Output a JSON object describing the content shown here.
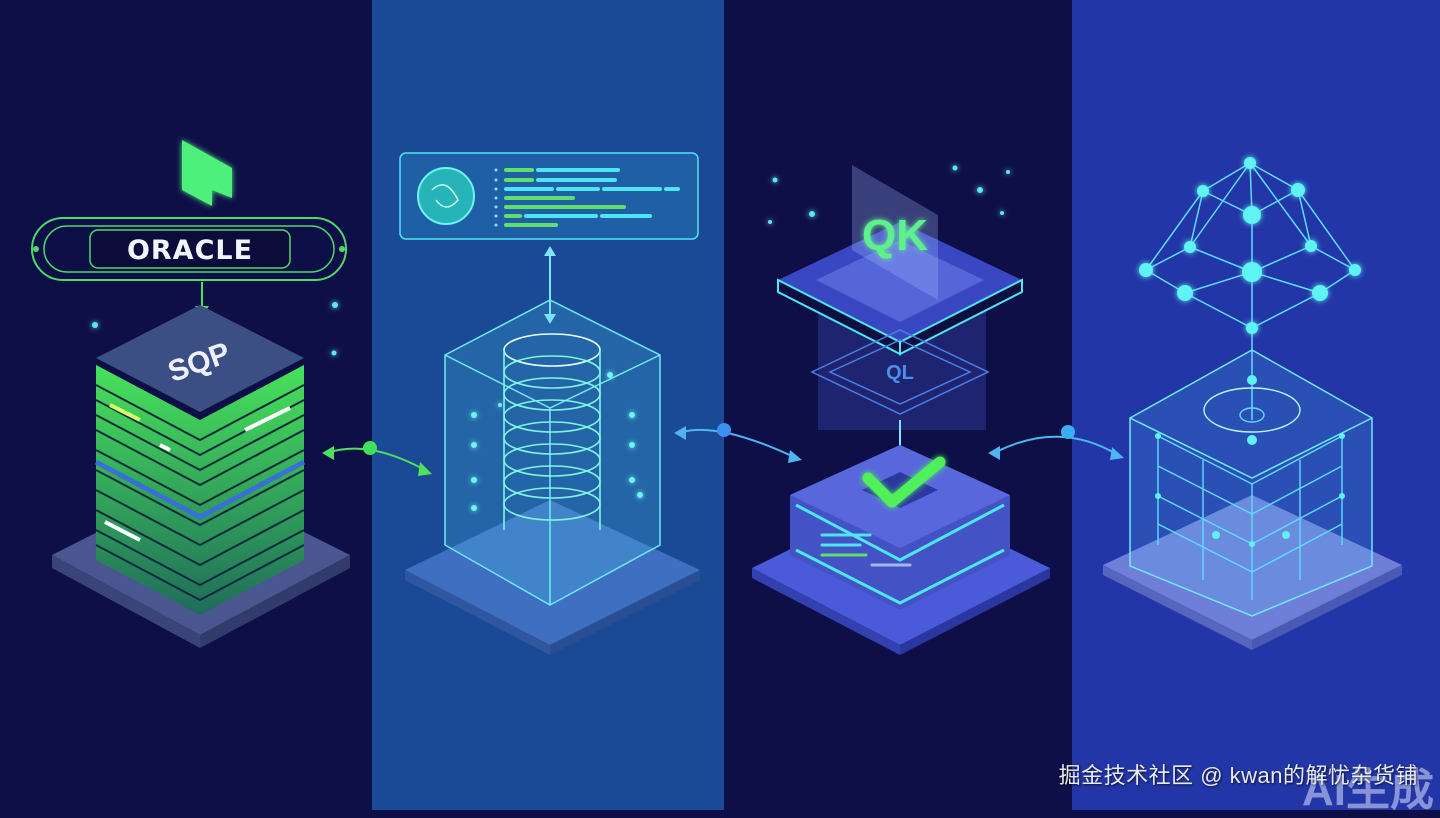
{
  "illustration": {
    "style": "isometric data-migration pipeline, 4 stages",
    "colors": {
      "panel_dark": "#0e0f47",
      "panel_mid_blue": "#1a4a95",
      "panel_royal_blue": "#2236a7",
      "neon_green": "#4ff05a",
      "cyan": "#4ee6f2"
    },
    "stages": [
      {
        "name": "source-database",
        "logo_text": "ORACLE",
        "top_label": "SQP",
        "icon": "database-server-stack-icon"
      },
      {
        "name": "extraction-transform",
        "icon": "holographic-cylinder-icon",
        "card_icon": "network-node-icon"
      },
      {
        "name": "validation",
        "top_glyph": "QK",
        "mid_glyph": "QL",
        "icon": "checkmark-icon"
      },
      {
        "name": "target-graph",
        "icon": "node-graph-icon"
      }
    ]
  },
  "watermark": {
    "text": "掘金技术社区 @ kwan的解忧杂货铺",
    "ai_badge": "AI生成"
  }
}
